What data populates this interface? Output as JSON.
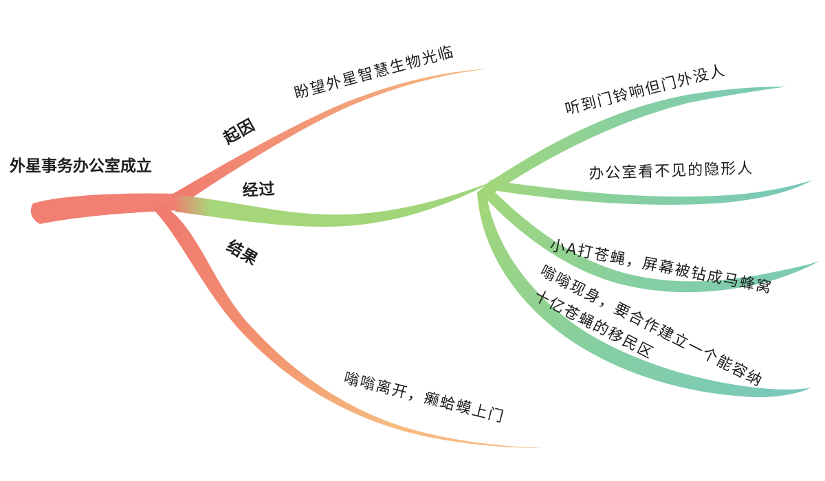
{
  "root": {
    "title": "外星事务办公室成立"
  },
  "branches": {
    "cause": {
      "label": "起因",
      "leaf": "盼望外星智慧生物光临",
      "color": "#f4b07a"
    },
    "process": {
      "label": "经过",
      "color": "#a8d77a",
      "leaves": {
        "doorbell": "听到门铃响但门外没人",
        "invisible": "办公室看不见的隐形人",
        "fly": "小A打苍蝇，屏幕被钻成马蜂窝",
        "wengweng_line1": "嗡嗡现身，要合作建立一个能容纳",
        "wengweng_line2": "十亿苍蝇的移民区"
      },
      "leaf_color": "#7dcab5"
    },
    "result": {
      "label": "结果",
      "leaf": "嗡嗡离开，癞蛤蟆上门",
      "color": "#f7b47e"
    }
  },
  "root_color": "#f17f72"
}
